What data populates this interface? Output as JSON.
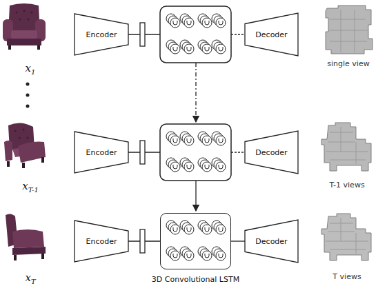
{
  "diagram": {
    "nodes": [
      {
        "text": [
          "Encoder"
        ]
      },
      {
        "text": [
          "Decoder"
        ]
      },
      {
        "text": [
          "Encoder"
        ]
      },
      {
        "text": [
          "Decoder"
        ]
      },
      {
        "text": [
          "Encoder"
        ]
      },
      {
        "text": [
          "3D Convolutional LSTM"
        ]
      },
      {
        "text": [
          "Decoder"
        ]
      }
    ],
    "edges": [
      {
        "from": 4,
        "to": 5,
        "arrow": "none"
      },
      {
        "from": 5,
        "to": 6,
        "arrow": "none"
      }
    ],
    "labels": [
      "x1",
      "single view",
      "xT-1",
      "T-1 views",
      "xT",
      "T views"
    ]
  }
}
